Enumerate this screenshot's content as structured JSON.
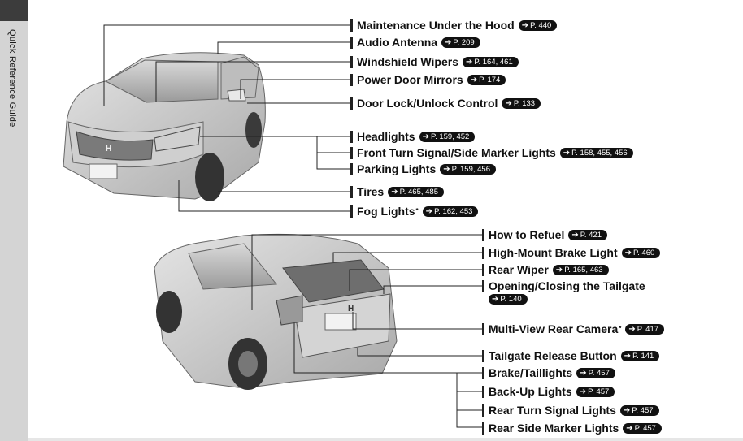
{
  "header": {
    "partial_title": "· · · · · · ·"
  },
  "side_tab": {
    "label": "Quick Reference Guide"
  },
  "front_callouts": [
    {
      "label": "Maintenance Under the Hood",
      "sup": "",
      "ref": "P. 440"
    },
    {
      "label": "Audio Antenna",
      "sup": "",
      "ref": "P. 209"
    },
    {
      "label": "Windshield Wipers",
      "sup": "",
      "ref": "P. 164, 461"
    },
    {
      "label": "Power Door Mirrors",
      "sup": "",
      "ref": "P. 174"
    },
    {
      "label": "Door Lock/Unlock Control",
      "sup": "",
      "ref": "P. 133"
    },
    {
      "label": "Headlights",
      "sup": "",
      "ref": "P. 159, 452"
    },
    {
      "label": "Front Turn Signal/Side Marker Lights",
      "sup": "",
      "ref": "P. 158, 455, 456"
    },
    {
      "label": "Parking Lights",
      "sup": "",
      "ref": "P. 159, 456"
    },
    {
      "label": "Tires",
      "sup": "",
      "ref": "P. 465, 485"
    },
    {
      "label": "Fog Lights",
      "sup": "*",
      "ref": "P. 162, 453"
    }
  ],
  "rear_callouts": [
    {
      "label": "How to Refuel",
      "sup": "",
      "ref": "P. 421"
    },
    {
      "label": "High-Mount Brake Light",
      "sup": "",
      "ref": "P. 460"
    },
    {
      "label": "Rear Wiper",
      "sup": "",
      "ref": "P. 165, 463"
    },
    {
      "label": "Opening/Closing the Tailgate",
      "sup": "",
      "ref": "P. 140"
    },
    {
      "label": "Multi-View Rear Camera",
      "sup": "*",
      "ref": "P. 417"
    },
    {
      "label": "Tailgate Release Button",
      "sup": "",
      "ref": "P. 141"
    },
    {
      "label": "Brake/Taillights",
      "sup": "",
      "ref": "P. 457"
    },
    {
      "label": "Back-Up Lights",
      "sup": "",
      "ref": "P. 457"
    },
    {
      "label": "Rear Turn Signal Lights",
      "sup": "",
      "ref": "P. 457"
    },
    {
      "label": "Rear Side Marker Lights",
      "sup": "",
      "ref": "P. 457"
    }
  ],
  "icons": {
    "ref_arrow": "arrow-right-icon"
  },
  "colors": {
    "side_tab": "#d4d4d4",
    "side_marker": "#3c3c3c",
    "ref_badge": "#111111"
  }
}
